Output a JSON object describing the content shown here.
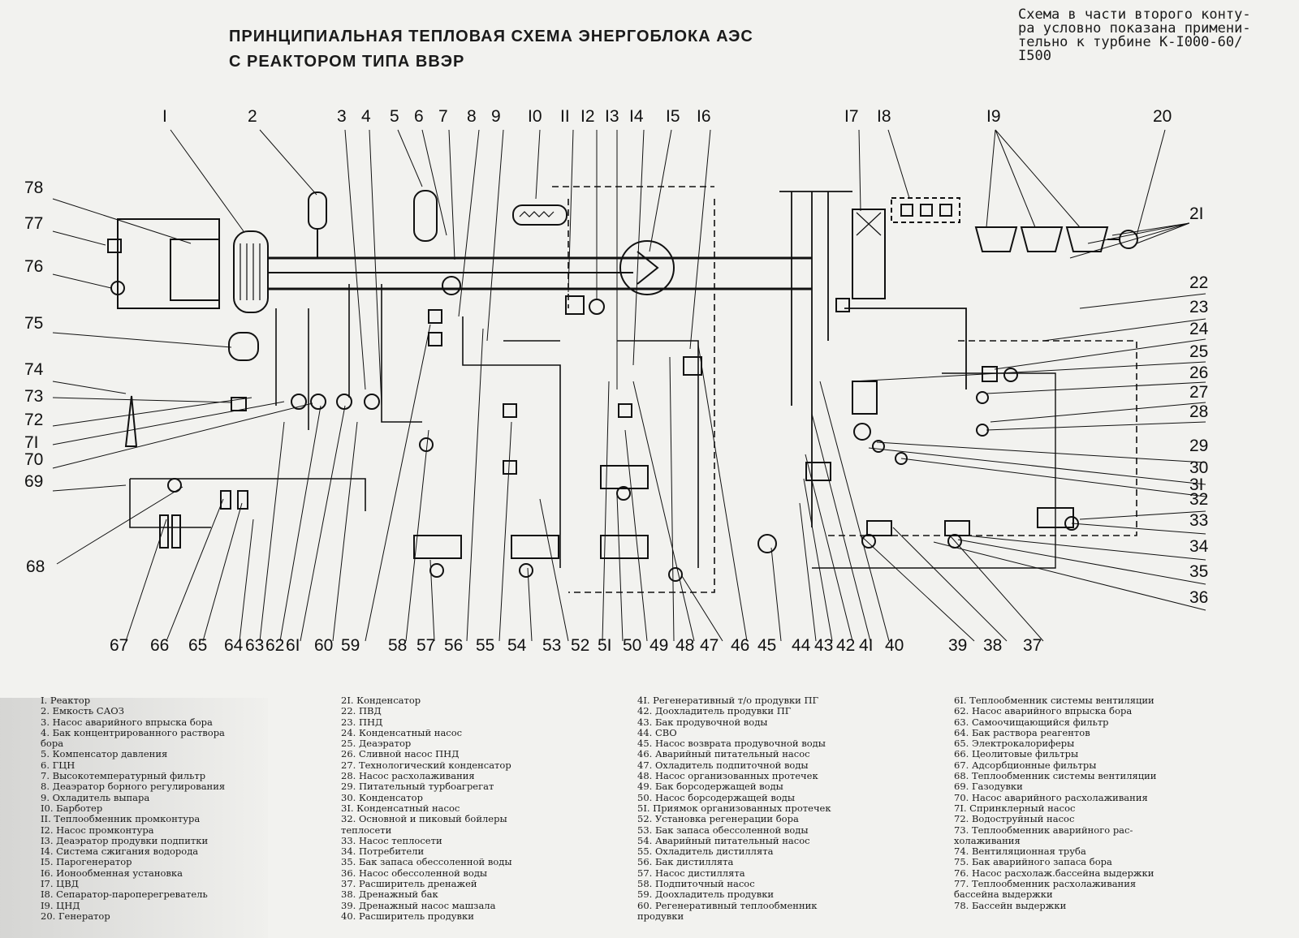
{
  "title": {
    "line1": "ПРИНЦИПИАЛЬНАЯ ТЕПЛОВАЯ СХЕМА ЭНЕРГОБЛОКА АЭС",
    "line2": "С РЕАКТОРОМ ТИПА ВВЭР"
  },
  "note": "Схема в части второго конту-\nра условно показана примени-\nтельно к турбине К-I000-60/\nI500",
  "top_callouts": [
    "I",
    "2",
    "3",
    "4",
    "5",
    "6",
    "7",
    "8",
    "9",
    "I0",
    "II",
    "I2",
    "I3",
    "I4",
    "I5",
    "I6",
    "I7",
    "I8",
    "I9",
    "20"
  ],
  "right_callouts": [
    "2I",
    "22",
    "23",
    "24",
    "25",
    "26",
    "27",
    "28",
    "29",
    "30",
    "3I",
    "32",
    "33",
    "34",
    "35",
    "36"
  ],
  "left_callouts": [
    "78",
    "77",
    "76",
    "75",
    "74",
    "73",
    "72",
    "7I",
    "70",
    "69",
    "68"
  ],
  "bottom_callouts": [
    "67",
    "66",
    "65",
    "64",
    "63",
    "62",
    "6I",
    "60",
    "59",
    "58",
    "57",
    "56",
    "55",
    "54",
    "53",
    "52",
    "5I",
    "50",
    "49",
    "48",
    "47",
    "46",
    "45",
    "44",
    "43",
    "42",
    "4I",
    "40",
    "39",
    "38",
    "37"
  ],
  "legend": {
    "col1": [
      "I. Реактор",
      "2. Емкость САОЗ",
      "3. Насос аварийного впрыска бора",
      "4. Бак концентрированного раствора",
      "    бора",
      "5. Компенсатор давления",
      "6. ГЦН",
      "7. Высокотемпературный фильтр",
      "8. Деаэратор борного регулирования",
      "9. Охладитель выпара",
      "I0. Барботер",
      "II. Теплообменник промконтура",
      "I2. Насос промконтура",
      "I3. Деаэратор продувки подпитки",
      "I4. Система сжигания водорода",
      "I5. Парогенератор",
      "I6. Ионообменная установка",
      "I7. ЦВД",
      "I8. Сепаратор-пароперегреватель",
      "I9. ЦНД",
      "20. Генератор"
    ],
    "col2": [
      "2I. Конденсатор",
      "22. ПВД",
      "23. ПНД",
      "24. Конденсатный насос",
      "25. Деаэратор",
      "26. Сливной насос ПНД",
      "27. Технологический конденсатор",
      "28. Насос расхолаживания",
      "29. Питательный турбоагрегат",
      "30. Конденсатор",
      "3I. Конденсатный насос",
      "32. Основной и пиковый бойлеры",
      "    теплосети",
      "33. Насос теплосети",
      "34. Потребители",
      "35. Бак запаса обессоленной воды",
      "36. Насос обессоленной воды",
      "37. Расширитель дренажей",
      "38. Дренажный бак",
      "39. Дренажный насос машзала",
      "40. Расширитель продувки"
    ],
    "col3": [
      "4I. Регенеративный т/о продувки ПГ",
      "42. Доохладитель продувки ПГ",
      "43. Бак продувочной воды",
      "44. СВО",
      "45. Насос возврата продувочной воды",
      "46. Аварийный питательный насос",
      "47. Охладитель подпиточной воды",
      "48. Насос организованных протечек",
      "49. Бак борсодержащей воды",
      "50. Насос борсодержащей воды",
      "5I. Приямок организованных протечек",
      "52. Установка регенерации бора",
      "53. Бак запаса обессоленной воды",
      "54. Аварийный питательный насос",
      "55. Охладитель дистиллята",
      "56. Бак дистиллята",
      "57. Насос дистиллята",
      "58. Подпиточный насос",
      "59. Доохладитель продувки",
      "60. Регенеративный теплообменник",
      "    продувки"
    ],
    "col4": [
      "6I. Теплообменник системы вентиляции",
      "62. Насос аварийного впрыска бора",
      "63. Самоочищающийся фильтр",
      "64. Бак раствора реагентов",
      "65. Электрокалориферы",
      "66. Цеолитовые фильтры",
      "67. Адсорбционные фильтры",
      "68. Теплообменник системы вентиляции",
      "69. Газодувки",
      "70. Насос аварийного расхолаживания",
      "7I. Спринклерный насос",
      "72. Водоструйный насос",
      "73. Теплообменник аварийного рас-",
      "    холаживания",
      "74. Вентиляционная труба",
      "75. Бак аварийного запаса бора",
      "76. Насос расхолаж.бассейна выдержки",
      "77. Теплообменник расхолаживания",
      "    бассейна выдержки",
      "78. Бассейн выдержки"
    ]
  }
}
